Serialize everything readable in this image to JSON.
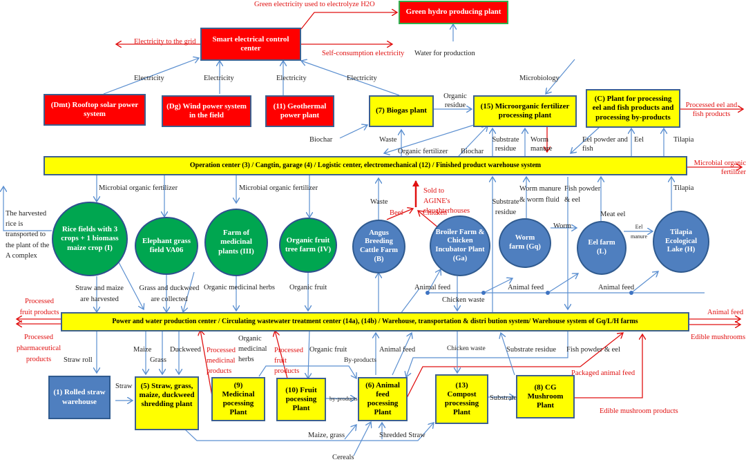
{
  "colors": {
    "electric_box": "#ff0000",
    "plant_box": "#ffff00",
    "crop_circle": "#00a650",
    "animal_circle": "#4f7fbf",
    "flow_arrow": "#5b8fd0",
    "product_arrow": "#e01010"
  },
  "nodes": {
    "smart_center": "Smart electrical control center",
    "green_hydro": "Green hydro producing plant",
    "rooftop_solar": "(Dmt) Rooftop solar power system",
    "wind_power": "(Dg) Wind power system in the field",
    "geothermal": "(11) Geothermal power plant",
    "biogas": "(7) Biogas plant",
    "microorganic": "(15) Microorganic fertilizer processing plant",
    "eel_fish_plant": "(C) Plant for processing eel and fish products and processing by-products",
    "operation_bar": "Operation center (3) / Cangtin, garage (4) / Logistic center, electromechanical (12) / Finished product warehouse system",
    "rice_fields": "Rice fields with 3 crops + 1 biomass maize crop (I)",
    "elephant_grass": "Elephant grass field VA06",
    "medicinal_farm": "Farm of medicinal plants (III)",
    "fruit_farm": "Organic fruit tree farm (IV)",
    "angus": "Angus Breeding Cattle Farm (B)",
    "broiler": "Broiler Farm & Chicken Incubator Plant (Ga)",
    "worm_farm": "Worm farm (Gq)",
    "eel_farm": "Eel farm (L)",
    "tilapia": "Tilapia Ecological Lake (H)",
    "power_bar": "Power and water production center / Circulating wastewater treatment center (14a), (14b) / Warehouse, transportation & distri bution system/ Warehouse system of Gq/L/H farms",
    "rolled_straw": "(1) Rolled straw warehouse",
    "shredding": "(5) Straw, grass, maize, duckweed shredding plant",
    "medicinal_plant": "(9) Medicinal pocessing Plant",
    "fruit_plant": "(10) Fruit pocessing Plant",
    "animal_feed": "(6) Animal feed pocessing Plant",
    "compost": "(13) Compost processing Plant",
    "mushroom": "(8) CG Mushroom Plant"
  },
  "labels": {
    "green_elec": "Green electricity used to electrolyze H2O",
    "to_grid": "Electricity to the grid",
    "self_consumption": "Self-consumption electricity",
    "water_prod": "Water for production",
    "electricity": "Electricity",
    "microbiology": "Microbiology",
    "organic_residue": "Organic residue",
    "processed_eel": "Processed eel and fish products",
    "biochar": "Biochar",
    "waste": "Waste",
    "organic_fertilizer": "Organic fertilizer",
    "substrate_residue": "Substrate residue",
    "worm_manure": "Worm manure",
    "eel_powder_fish": "Eel powder and fish",
    "eel": "Eel",
    "tilapia": "Tilapia",
    "microbial_out": "Microbial organic fertilizer",
    "microbial_fert": "Microbial organic fertilizer",
    "harvested_rice": "The harvested rice is transported to the plant of the A complex",
    "sold_agine": "Sold to AGINE's slaughterhouses",
    "beef": "Beef",
    "chicken": "Chicken",
    "worm_manure_fluid": "Worm manure & worm fluid",
    "fish_powder_eel": "Fish powder & eel",
    "meat_eel": "Meat eel",
    "worm": "Worm",
    "eel_manure": "Eel manure",
    "straw_maize": "Straw and maize are harvested",
    "grass_duckweed": "Grass and duckweed are collected",
    "organic_med_herbs": "Organic medicinal herbs",
    "organic_fruit": "Organic fruit",
    "animal_feed": "Animal feed",
    "chicken_waste": "Chicken waste",
    "processed_fruit": "Processed fruit products",
    "processed_pharma": "Processed pharmaceutical products",
    "animal_feed_out": "Animal feed",
    "edible_mushrooms": "Edible mushrooms",
    "straw_roll": "Straw roll",
    "maize": "Maize",
    "grass": "Grass",
    "duckweed": "Duckweed",
    "processed_medicinal": "Processed medicinal products",
    "organic_medicinal_herbs2": "Organic medicinal herbs",
    "processed_fruit2": "Processed fruit products",
    "by_products": "By-products",
    "fish_powder_eel2": "Fish powder & eel",
    "packaged_feed": "Packaged animal feed",
    "straw": "Straw",
    "by_products_small": "by-products",
    "substrate": "Substrate",
    "edible_mushroom_products": "Edible mushroom products",
    "maize_grass": "Maize, grass",
    "shredded_straw": "Shredded Straw",
    "cereals": "Cereals"
  }
}
